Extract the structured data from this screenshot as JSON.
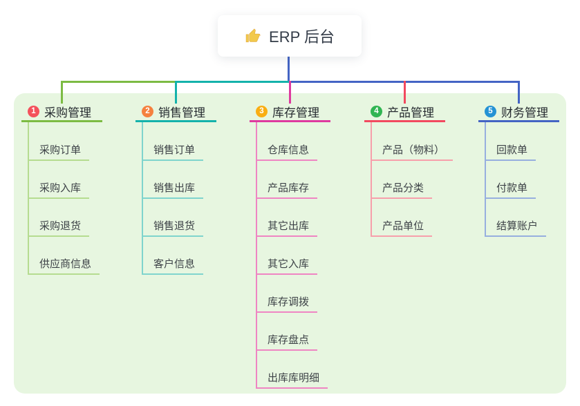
{
  "root": {
    "title": "ERP 后台",
    "icon": "thumbs-up-icon"
  },
  "connector_color": "#4464c4",
  "panel_bg": "#e7f6e0",
  "branches": [
    {
      "index": "1",
      "title": "采购管理",
      "badge_color": "#f4515c",
      "line_color": "#7cbb43",
      "child_line_color": "#b5dc90",
      "children": [
        "采购订单",
        "采购入库",
        "采购退货",
        "供应商信息"
      ]
    },
    {
      "index": "2",
      "title": "销售管理",
      "badge_color": "#f5813f",
      "line_color": "#14b2ab",
      "child_line_color": "#7fd4cd",
      "children": [
        "销售订单",
        "销售出库",
        "销售退货",
        "客户信息"
      ]
    },
    {
      "index": "3",
      "title": "库存管理",
      "badge_color": "#f9ae13",
      "line_color": "#de3a9f",
      "child_line_color": "#ef85c3",
      "children": [
        "仓库信息",
        "产品库存",
        "其它出库",
        "其它入库",
        "库存调拨",
        "库存盘点",
        "出库库明细"
      ]
    },
    {
      "index": "4",
      "title": "产品管理",
      "badge_color": "#30b552",
      "line_color": "#f2495f",
      "child_line_color": "#f79fab",
      "children": [
        "产品（物料）",
        "产品分类",
        "产品单位"
      ]
    },
    {
      "index": "5",
      "title": "财务管理",
      "badge_color": "#2492d4",
      "line_color": "#4464c4",
      "child_line_color": "#97afdf",
      "children": [
        "回款单",
        "付款单",
        "结算账户"
      ]
    }
  ]
}
